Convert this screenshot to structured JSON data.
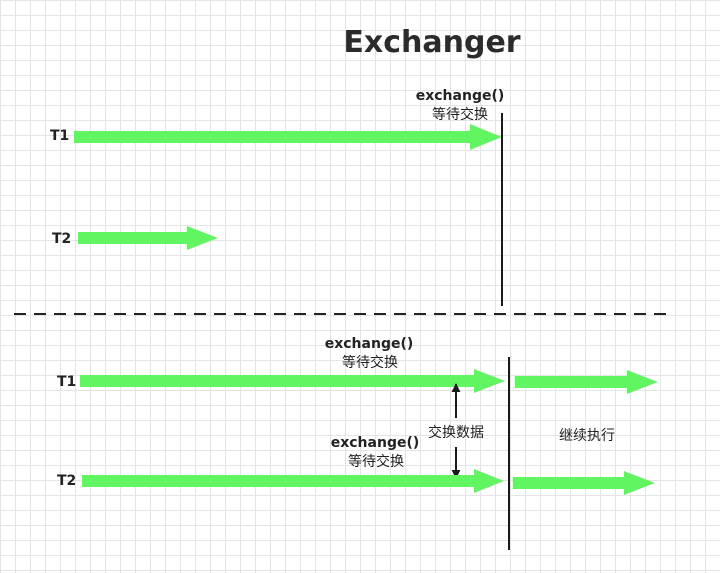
{
  "title": "Exchanger",
  "colors": {
    "arrow": "#61f561",
    "line": "#1a1a1a",
    "text": "#222222"
  },
  "top": {
    "t1_label": "T1",
    "t2_label": "T2",
    "call": "exchange()",
    "wait": "等待交换"
  },
  "bottom": {
    "t1_label": "T1",
    "t2_label": "T2",
    "t1_call": "exchange()",
    "t1_wait": "等待交换",
    "t2_call": "exchange()",
    "t2_wait": "等待交换",
    "swap_label": "交换数据",
    "continue_label": "继续执行"
  }
}
